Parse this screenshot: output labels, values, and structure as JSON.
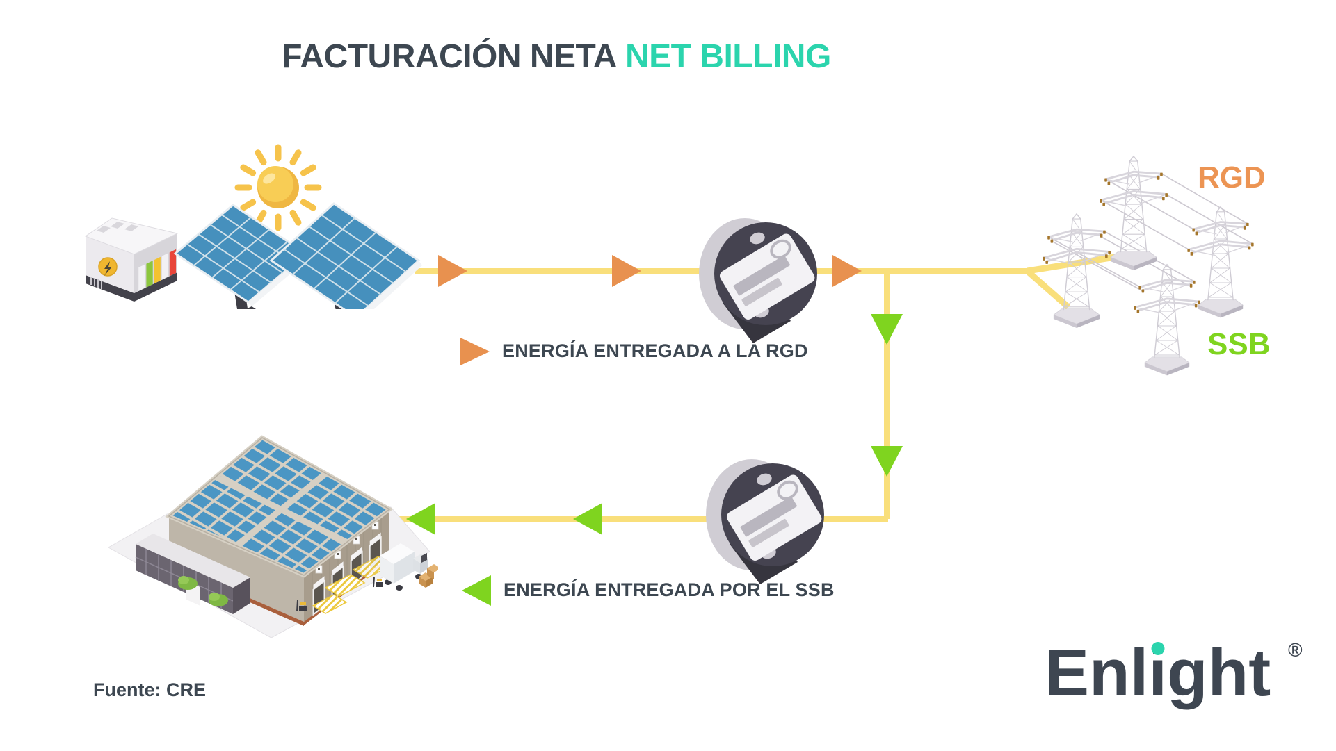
{
  "title": {
    "main": "FACTURACIÓN NETA",
    "accent": "NET BILLING"
  },
  "diagram": {
    "rgd_label": "RGD",
    "ssb_label": "SSB",
    "flow_to_grid_label": "ENERGÍA ENTREGADA A LA RGD",
    "flow_from_grid_label": "ENERGÍA ENTREGADA POR EL SSB",
    "icons": {
      "sun": "sun-icon",
      "solar_panels": "solar-panels-icon",
      "generator": "power-generator-icon",
      "meter_top": "electric-meter-icon",
      "meter_bottom": "electric-meter-icon",
      "towers": "transmission-towers-icon",
      "warehouse": "warehouse-building-icon"
    }
  },
  "footer": {
    "source": "Fuente: CRE"
  },
  "brand": {
    "name_pre": "Enl",
    "name_i": "i",
    "name_post": "ght",
    "registered": "®"
  },
  "colors": {
    "heading": "#3D4751",
    "accent_teal": "#2BD4AD",
    "flow_line": "#F9DF7B",
    "arrow_out_orange": "#E8914F",
    "arrow_in_green": "#7FD41F",
    "rgd": "#EC9453",
    "ssb": "#7FD41F",
    "sun": "#F6C84E"
  }
}
